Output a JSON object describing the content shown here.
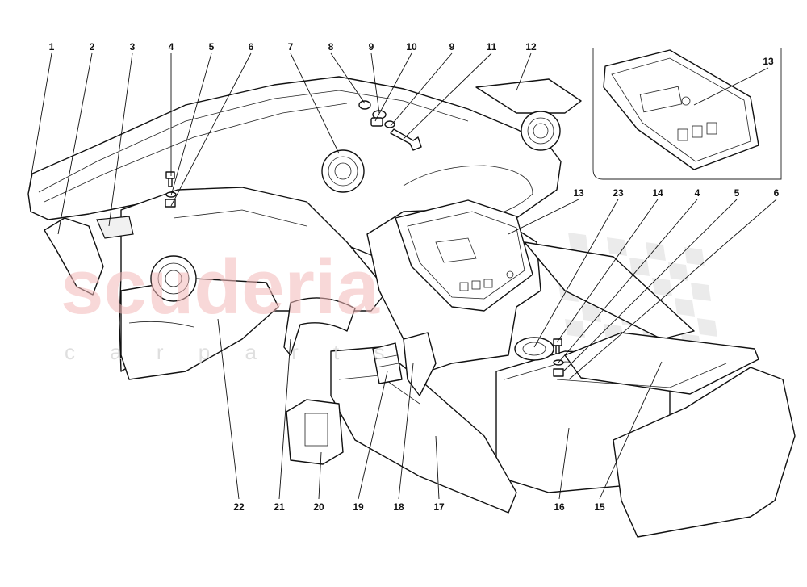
{
  "diagram": {
    "watermark": {
      "brand": "scuderia",
      "sub": "c a r   p a r t s"
    },
    "callouts": [
      "1",
      "2",
      "3",
      "4",
      "5",
      "6",
      "7",
      "8",
      "9",
      "10",
      "9",
      "11",
      "12",
      "13",
      "13",
      "23",
      "14",
      "4",
      "5",
      "6",
      "22",
      "21",
      "20",
      "19",
      "18",
      "17",
      "16",
      "15"
    ]
  },
  "colors": {
    "line": "#111111",
    "watermark": "#f4b9b9",
    "checker": "#d9d9d9"
  }
}
